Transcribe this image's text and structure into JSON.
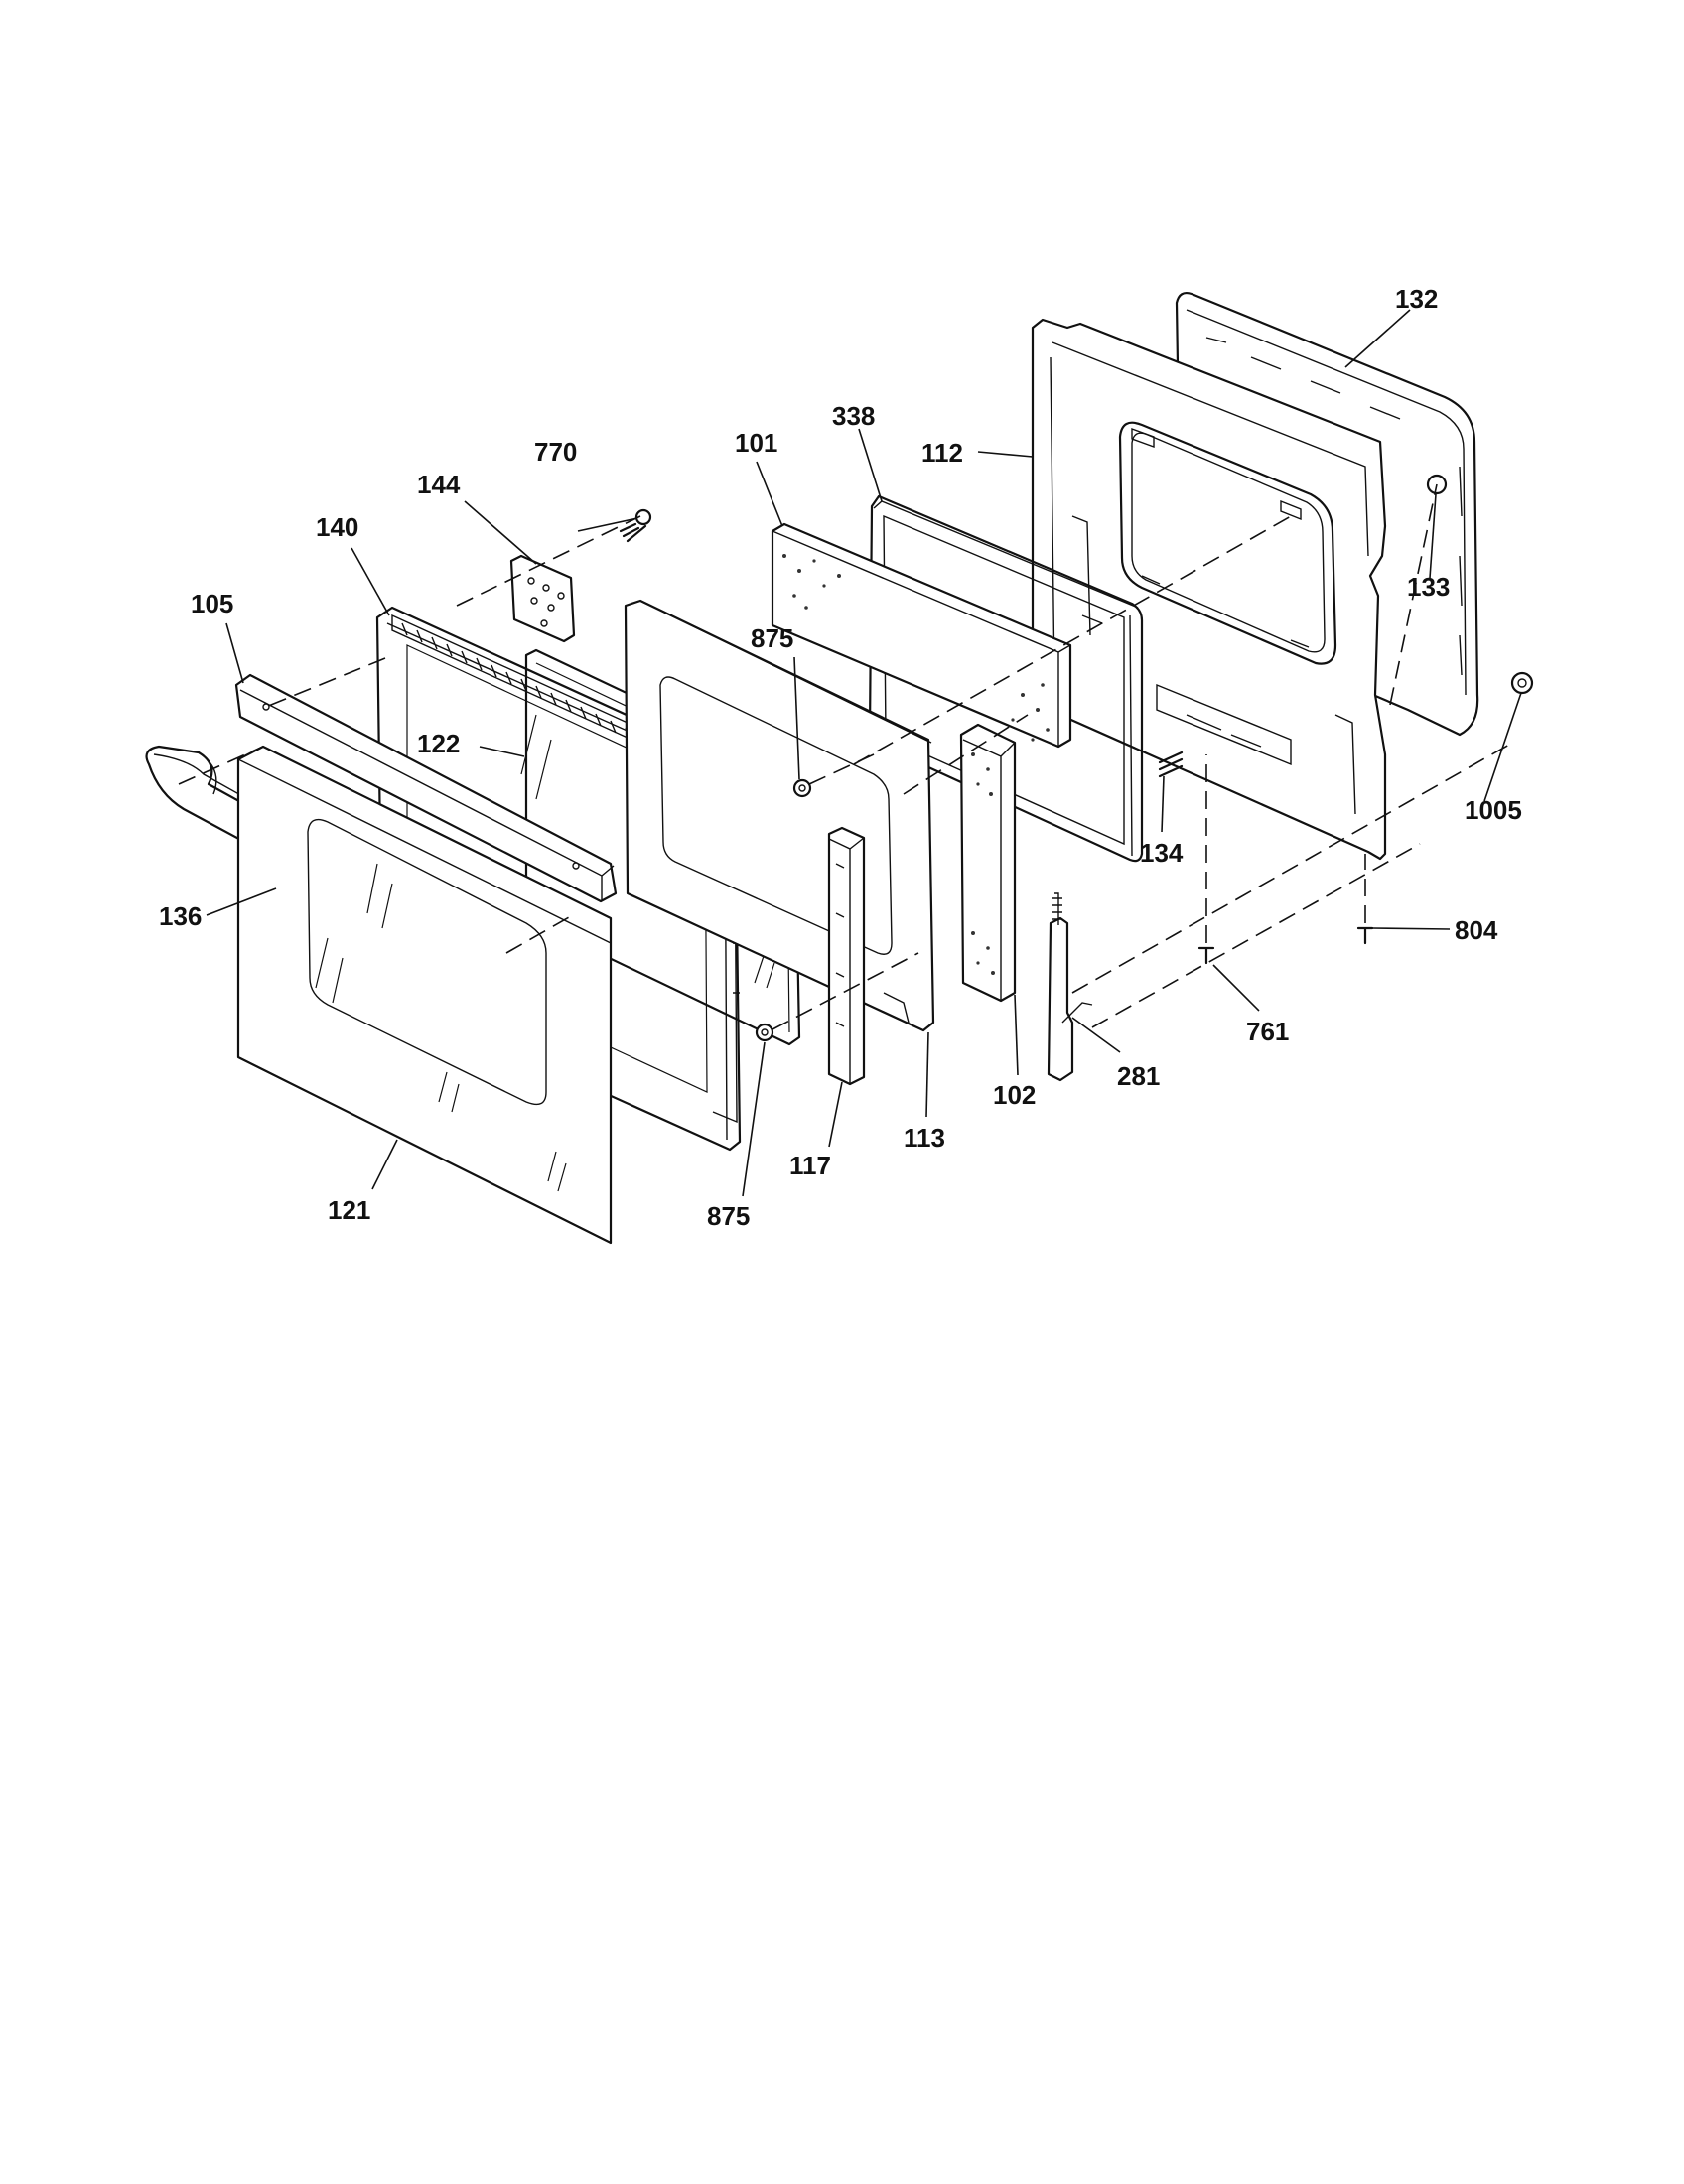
{
  "diagram": {
    "labels": {
      "p132": "132",
      "p112": "112",
      "p338": "338",
      "p101": "101",
      "p770": "770",
      "p144": "144",
      "p140": "140",
      "p105": "105",
      "p133": "133",
      "p875a": "875",
      "p122": "122",
      "p1005": "1005",
      "p134": "134",
      "p136": "136",
      "p804": "804",
      "p761": "761",
      "p281": "281",
      "p102": "102",
      "p113": "113",
      "p117": "117",
      "p121": "121",
      "p875b": "875"
    }
  }
}
